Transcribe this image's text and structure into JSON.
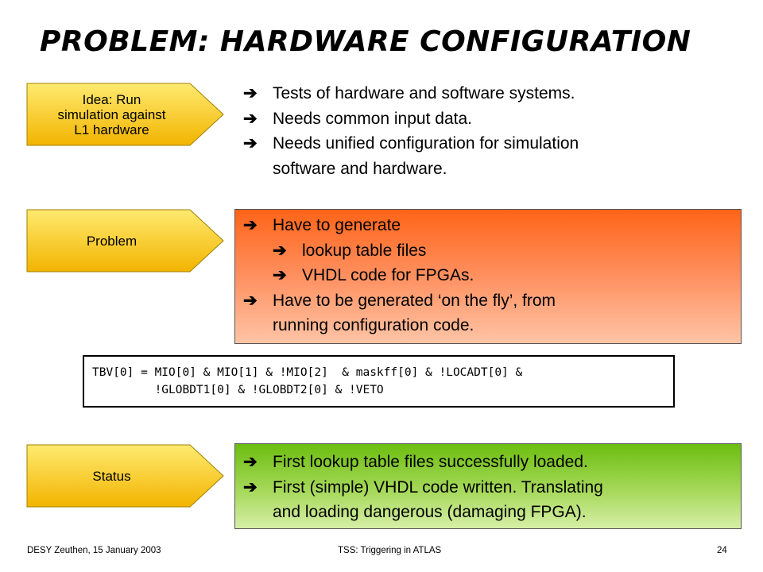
{
  "title": "PROBLEM: HARDWARE CONFIGURATION",
  "colors": {
    "tag_fill_top": "#ffe048",
    "tag_fill_bottom": "#f0b800",
    "problem_top": "#ff6418",
    "problem_bottom": "#ffc4a6",
    "status_top": "#6cbe10",
    "status_bottom": "#d6efa6"
  },
  "arrow_glyph": "➔",
  "idea": {
    "label_lines": [
      "Idea: Run",
      "simulation against",
      "L1 hardware"
    ],
    "bullets": [
      {
        "arrow": "➔",
        "text": "Tests of hardware and software systems."
      },
      {
        "arrow": "➔",
        "text": "Needs common input data."
      },
      {
        "arrow": "➔",
        "text": "Needs unified configuration for simulation"
      }
    ],
    "continuation": "software and hardware."
  },
  "problem": {
    "label": "Problem",
    "line1": "Have to generate",
    "sub1": "lookup table files",
    "sub2": "VHDL code for FPGAs.",
    "line2": "Have to be generated ‘on the fly’, from",
    "continuation": "running configuration code."
  },
  "code": {
    "line1": "TBV[0] = MIO[0] & MIO[1] & !MIO[2]  & maskff[0] & !LOCADT[0] &",
    "line2": "         !GLOBDT1[0] & !GLOBDT2[0] & !VETO"
  },
  "status": {
    "label": "Status",
    "line1": "First lookup table files successfully loaded.",
    "line2": "First (simple) VHDL code written. Translating",
    "continuation": "and loading dangerous (damaging FPGA)."
  },
  "footer": {
    "left": "DESY Zeuthen, 15 January 2003",
    "center": "TSS: Triggering in ATLAS",
    "page_number": "24"
  }
}
